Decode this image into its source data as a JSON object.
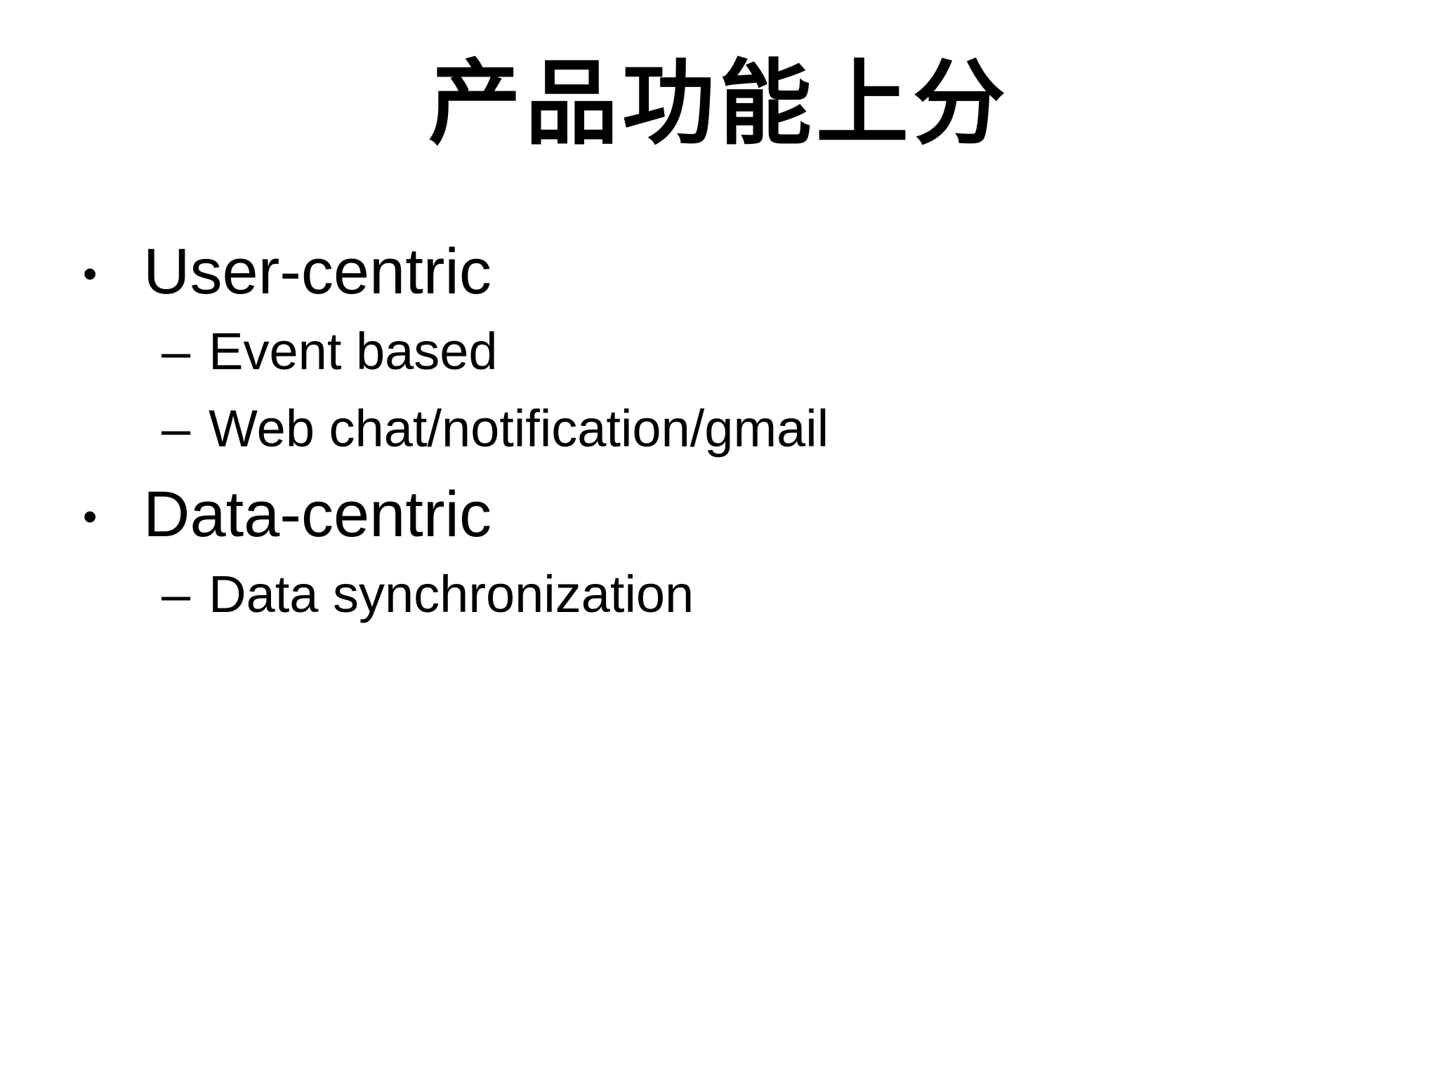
{
  "slide": {
    "title": "产品功能上分",
    "bullet_glyph": "•",
    "sub_bullet_glyph": "–",
    "bullets": [
      {
        "label": "User-centric",
        "children": [
          "Event based",
          "Web chat/notification/gmail"
        ]
      },
      {
        "label": "Data-centric",
        "children": [
          "Data synchronization"
        ]
      }
    ],
    "colors": {
      "background": "#ffffff",
      "text": "#000000"
    }
  }
}
